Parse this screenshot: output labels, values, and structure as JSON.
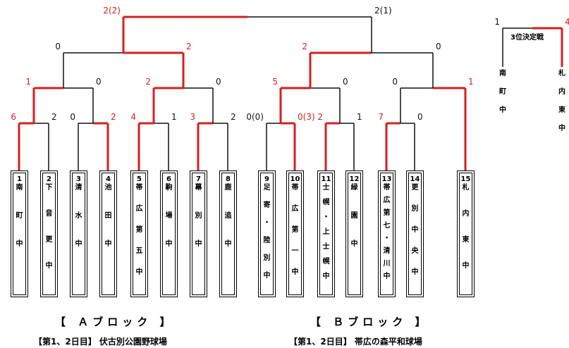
{
  "teams": [
    {
      "num": "1",
      "name": "南町中"
    },
    {
      "num": "2",
      "name": "下音更中"
    },
    {
      "num": "3",
      "name": "清水中"
    },
    {
      "num": "4",
      "name": "池田中"
    },
    {
      "num": "5",
      "name": "帯広第五中"
    },
    {
      "num": "6",
      "name": "駒場中"
    },
    {
      "num": "7",
      "name": "幕別中"
    },
    {
      "num": "8",
      "name": "鹿追中"
    },
    {
      "num": "9",
      "name": "足寄・陸別中"
    },
    {
      "num": "10",
      "name": "帯広第一中"
    },
    {
      "num": "11",
      "name": "士幌・上士幌中"
    },
    {
      "num": "12",
      "name": "緑園中"
    },
    {
      "num": "13",
      "name": "帯広第七・清川中"
    },
    {
      "num": "14",
      "name": "更別中央中"
    },
    {
      "num": "15",
      "name": "札内東中"
    }
  ],
  "scores": {
    "r1": [
      {
        "l": "6",
        "r": "2",
        "win": "l"
      },
      {
        "l": "0",
        "r": "2",
        "win": "r"
      },
      {
        "l": "4",
        "r": "1",
        "win": "l"
      },
      {
        "l": "3",
        "r": "2",
        "win": "l"
      },
      {
        "l": "0(0)",
        "r": "0(3)",
        "win": "r"
      },
      {
        "l": "2",
        "r": "1",
        "win": "l"
      },
      {
        "l": "7",
        "r": "0",
        "win": "l"
      }
    ],
    "r2": [
      {
        "l": "1",
        "r": "0",
        "win": "l"
      },
      {
        "l": "2",
        "r": "0",
        "win": "l"
      },
      {
        "l": "5",
        "r": "0",
        "win": "l"
      },
      {
        "l": "0",
        "r": "1",
        "win": "r"
      }
    ],
    "r3": [
      {
        "l": "0",
        "r": "2",
        "win": "r"
      },
      {
        "l": "2",
        "r": "0",
        "win": "l"
      }
    ],
    "final": {
      "l": "2(2)",
      "r": "2(1)",
      "win": "l"
    },
    "third": {
      "l": "1",
      "r": "4",
      "win": "r"
    }
  },
  "third_place": {
    "title": "3位決定戦",
    "left_team": [
      "南",
      "町",
      "中"
    ],
    "right_team": [
      "札",
      "内",
      "東",
      "中"
    ]
  },
  "blocks": [
    {
      "title": "【 Ａブロック 】",
      "venue": "【第1、2日目】 伏古別公園野球場"
    },
    {
      "title": "【 Ｂブロック 】",
      "venue": "【第1、2日目】 帯広の森平和球場"
    }
  ],
  "colors": {
    "win": "#d42020",
    "line": "#111111"
  }
}
